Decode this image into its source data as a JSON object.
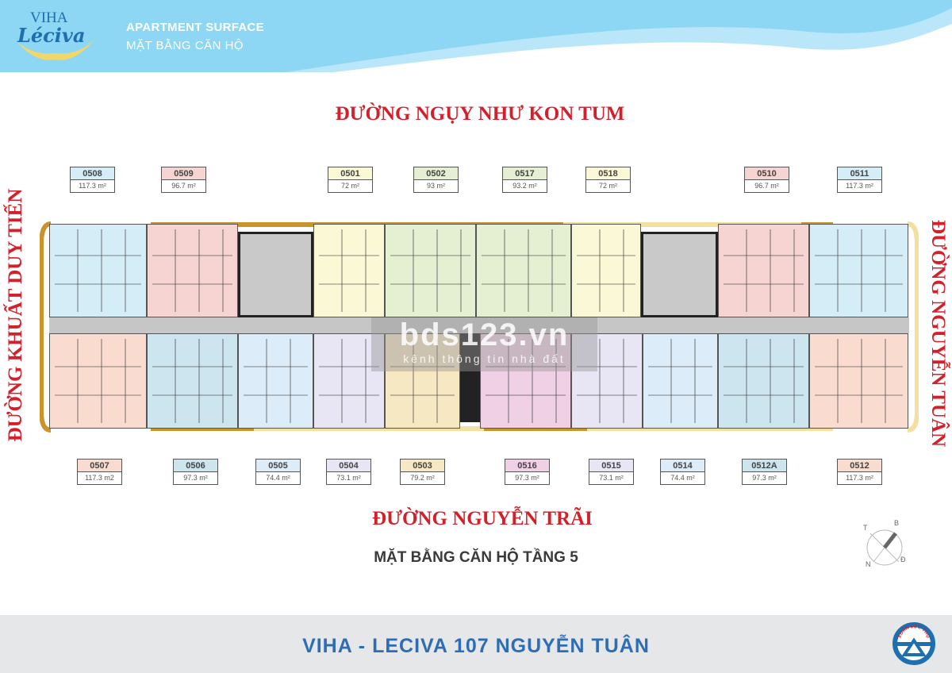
{
  "header": {
    "logo_text_top": "VIHA",
    "logo_text_main": "Léciva",
    "title": "APARTMENT SURFACE",
    "subtitle": "MẶT BẰNG CĂN HỘ"
  },
  "streets": {
    "top": "ĐƯỜNG NGỤY NHƯ KON TUM",
    "bottom": "ĐƯỜNG NGUYỄN TRÃI",
    "left": "ĐƯỜNG KHUẤT DUY TIẾN",
    "right": "ĐƯỜNG NGUYỄN TUÂN"
  },
  "units_top": [
    {
      "code": "0508",
      "area": "117.3 m²",
      "color": "#d4edf6"
    },
    {
      "code": "0509",
      "area": "96.7 m²",
      "color": "#f5d4d2"
    },
    {
      "code": "0501",
      "area": "72 m²",
      "color": "#fbf8d5"
    },
    {
      "code": "0502",
      "area": "93 m²",
      "color": "#e5efd2"
    },
    {
      "code": "0517",
      "area": "93.2 m²",
      "color": "#e5efd2"
    },
    {
      "code": "0518",
      "area": "72 m²",
      "color": "#fbf8d5"
    },
    {
      "code": "0510",
      "area": "96.7 m²",
      "color": "#f5d4d2"
    },
    {
      "code": "0511",
      "area": "117.3 m²",
      "color": "#d4edf6"
    }
  ],
  "units_bottom": [
    {
      "code": "0507",
      "area": "117.3 m2",
      "color": "#f9dccf"
    },
    {
      "code": "0506",
      "area": "97.3 m²",
      "color": "#cde5ee"
    },
    {
      "code": "0505",
      "area": "74.4 m²",
      "color": "#dcecf8"
    },
    {
      "code": "0504",
      "area": "73.1 m²",
      "color": "#e8e6f4"
    },
    {
      "code": "0503",
      "area": "79.2 m²",
      "color": "#f6e8c3"
    },
    {
      "code": "0516",
      "area": "97.3 m²",
      "color": "#f0d0e4"
    },
    {
      "code": "0515",
      "area": "73.1 m²",
      "color": "#e8e6f4"
    },
    {
      "code": "0514",
      "area": "74.4 m²",
      "color": "#dcecf8"
    },
    {
      "code": "0512A",
      "area": "97.3 m²",
      "color": "#cde5ee"
    },
    {
      "code": "0512",
      "area": "117.3 m²",
      "color": "#f9dccf"
    }
  ],
  "floor_title": "MẶT BẰNG CĂN HỘ TẦNG 5",
  "watermark": {
    "main": "bds123.vn",
    "sub": "kênh thông tin nhà đất"
  },
  "compass": {
    "t": "T",
    "b": "B",
    "n": "N",
    "d": "Đ"
  },
  "footer": {
    "title": "VIHA - LECIVA 107 NGUYỄN TUÂN",
    "company_logo_text": "XUÂN LỘC THỌ"
  },
  "colors": {
    "header_bg": "#8dd6f4",
    "street_red": "#d3202b",
    "footer_blue": "#2e6db4",
    "facade_gold": "#c8952c"
  }
}
